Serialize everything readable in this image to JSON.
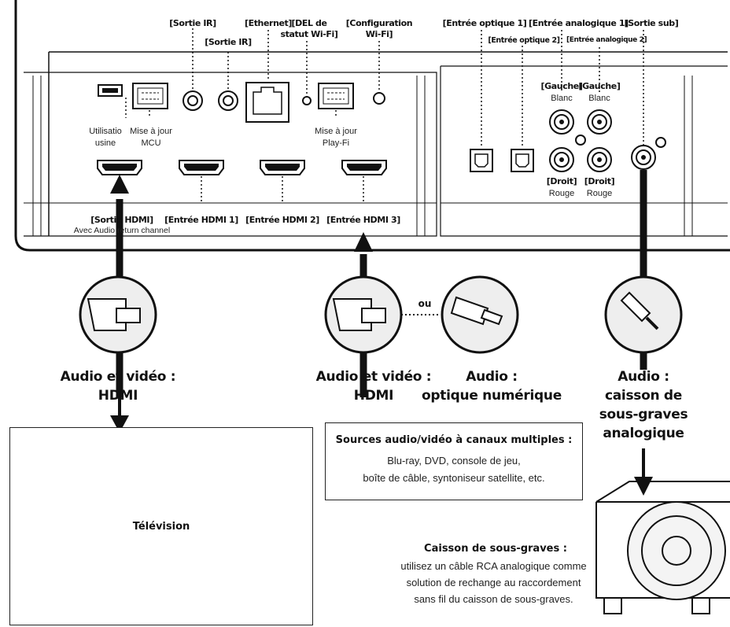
{
  "labels": {
    "sortie_ir_1": "[Sortie IR]",
    "sortie_ir_2": "[Sortie IR]",
    "ethernet": "[Ethernet]",
    "del_wifi_1": "[DEL de",
    "del_wifi_2": "statut Wi-Fi]",
    "config_wifi_1": "[Configuration",
    "config_wifi_2": "Wi-Fi]",
    "entree_optique_1": "[Entrée optique 1]",
    "entree_optique_2": "[Entrée optique 2]",
    "entree_analogique_1": "[Entrée analogique 1]",
    "entree_analogique_2": "[Entrée analogique 2]",
    "sortie_sub": "[Sortie sub]",
    "gauche_1": "[Gauche]",
    "gauche_2": "[Gauche]",
    "blanc_1": "Blanc",
    "blanc_2": "Blanc",
    "droit_1": "[Droit]",
    "droit_2": "[Droit]",
    "rouge_1": "Rouge",
    "rouge_2": "Rouge",
    "utilisation_1": "Utilisatio",
    "utilisation_2": "usine",
    "maj_mcu_1": "Mise à jour",
    "maj_mcu_2": "MCU",
    "maj_playfi_1": "Mise à jour",
    "maj_playfi_2": "Play-Fi",
    "sortie_hdmi": "[Sortie HDMI]",
    "sortie_hdmi_sub": "Avec Audio return channel",
    "entree_hdmi_1": "[Entrée HDMI 1]",
    "entree_hdmi_2": "[Entrée HDMI 2]",
    "entree_hdmi_3": "[Entrée HDMI 3]"
  },
  "connections": {
    "ou": "ou",
    "av_hdmi_left_1": "Audio et vidéo :",
    "av_hdmi_left_2": "HDMI",
    "av_hdmi_mid_1": "Audio et vidéo :",
    "av_hdmi_mid_2": "HDMI",
    "optique_1": "Audio :",
    "optique_2": "optique numérique",
    "sub_1": "Audio :",
    "sub_2": "caisson de",
    "sub_3": "sous-graves",
    "sub_4": "analogique"
  },
  "sources_box": {
    "title": "Sources audio/vidéo à canaux multiples :",
    "line1": "Blu-ray, DVD, console de jeu,",
    "line2": "boîte de câble, syntoniseur satellite, etc."
  },
  "tv": {
    "label": "Télévision"
  },
  "subwoofer": {
    "title": "Caisson de sous-graves :",
    "line1": "utilisez un câble RCA analogique comme",
    "line2": "solution de rechange au raccordement",
    "line3": "sans fil du caisson de sous-graves."
  },
  "colors": {
    "line": "#111111",
    "panel": "#ffffff",
    "icon_bg": "#eeeeee"
  }
}
